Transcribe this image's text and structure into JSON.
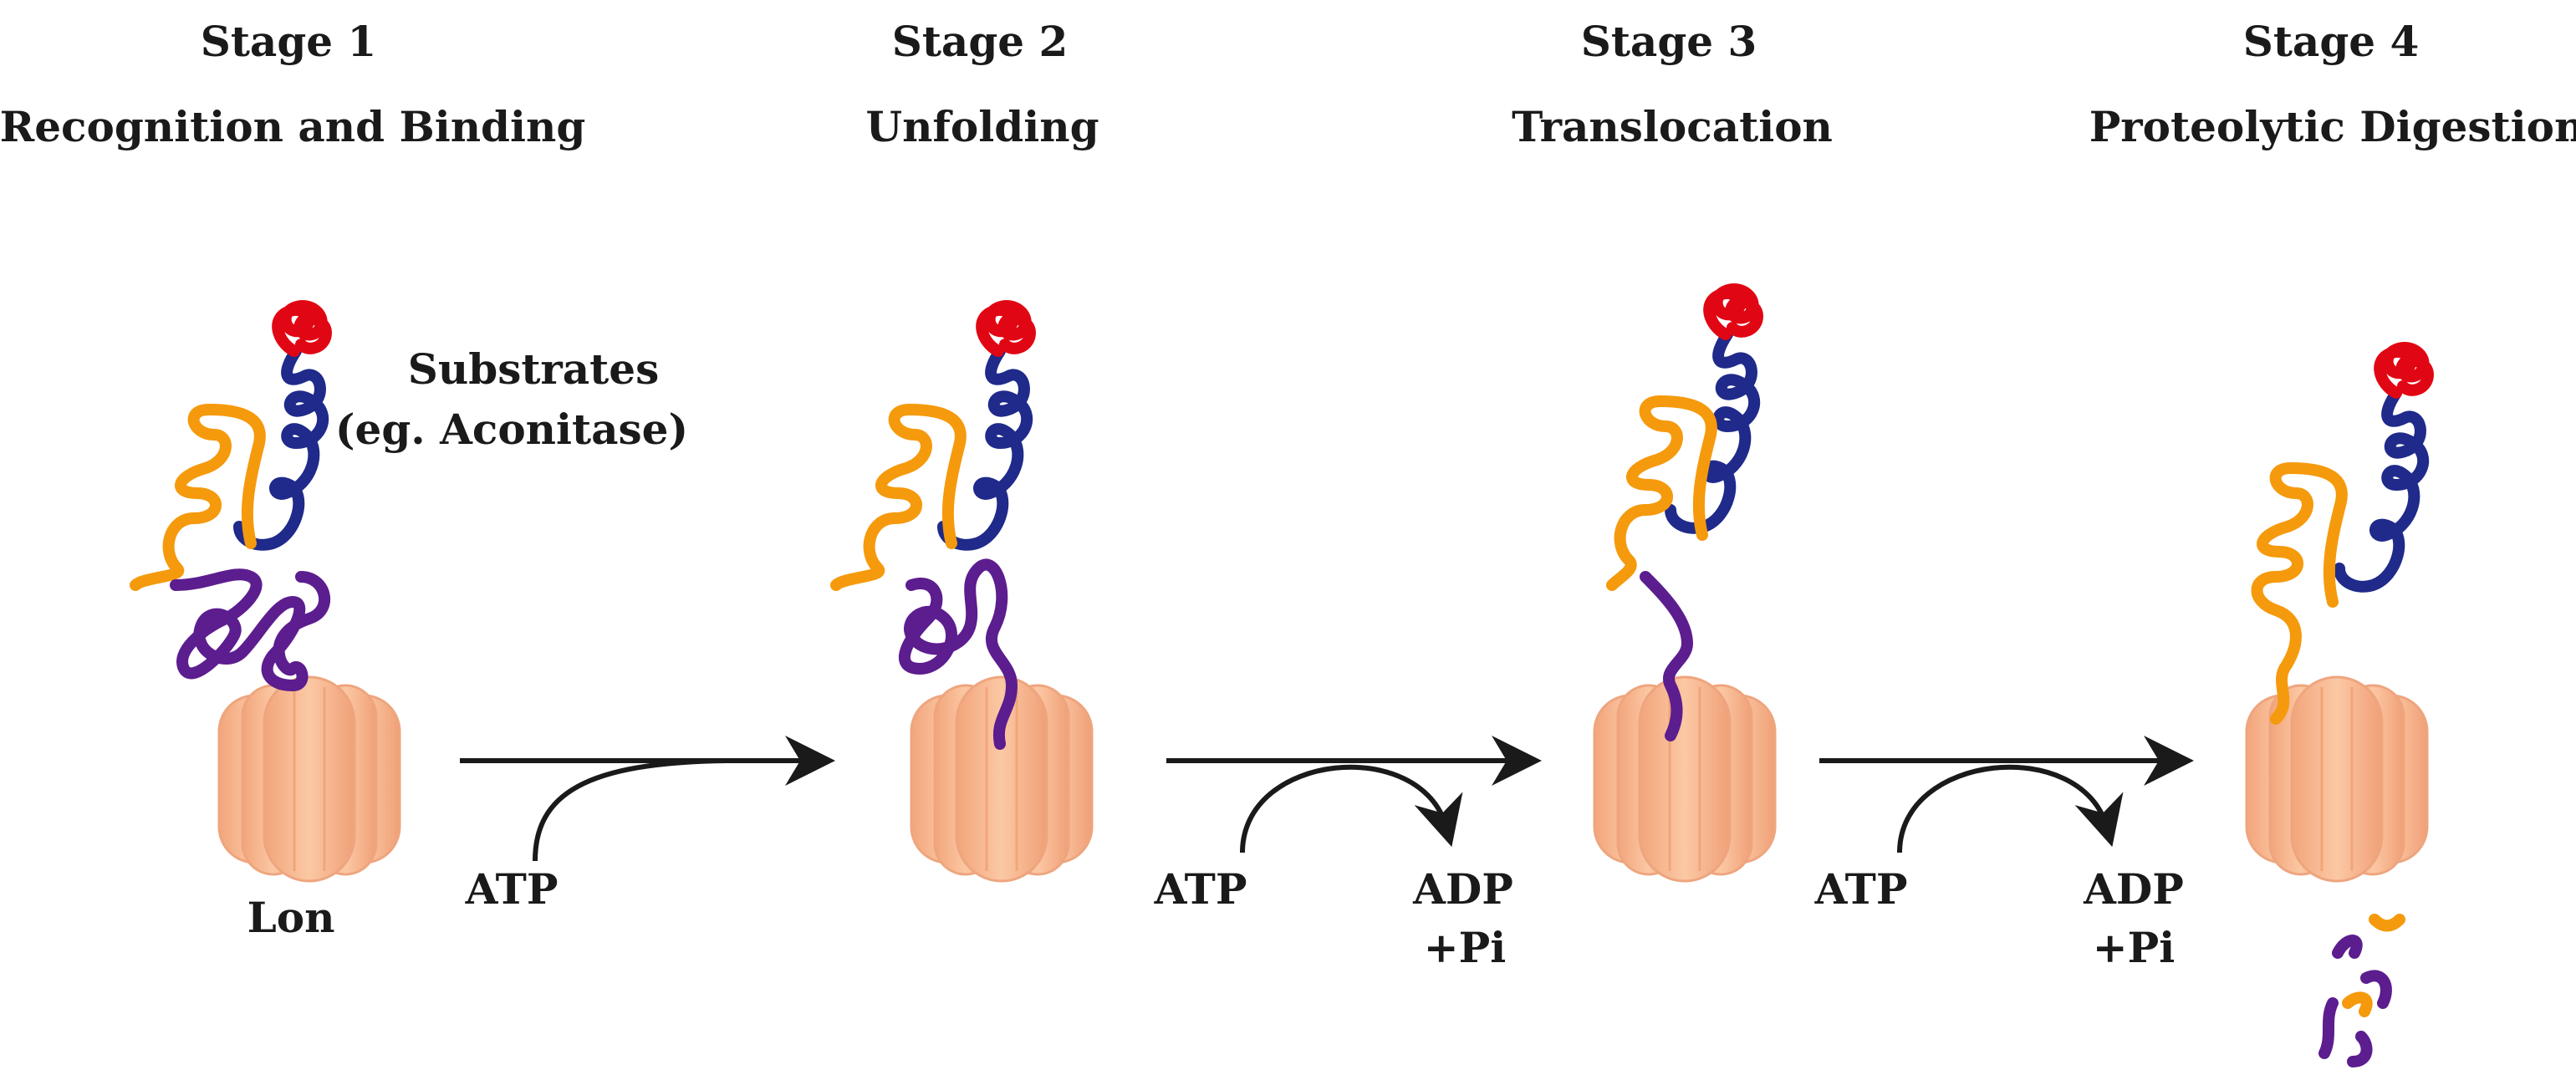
{
  "stages": [
    {
      "number": "Stage 1",
      "name": "Recognition and Binding"
    },
    {
      "number": "Stage 2",
      "name": "Unfolding"
    },
    {
      "number": "Stage 3",
      "name": "Translocation"
    },
    {
      "number": "Stage 4",
      "name": "Proteolytic Digestion"
    }
  ],
  "labels": {
    "substrates_line1": "Substrates",
    "substrates_line2": "(eg. Aconitase)",
    "lon": "Lon"
  },
  "arrows": [
    {
      "input": "ATP",
      "output_line1": "",
      "output_line2": ""
    },
    {
      "input": "ATP",
      "output_line1": "ADP",
      "output_line2": "+Pi"
    },
    {
      "input": "ATP",
      "output_line1": "ADP",
      "output_line2": "+Pi"
    }
  ],
  "colors": {
    "protease": "#f6b48a",
    "protease_dark": "#e9936a",
    "domain_red": "#e10613",
    "domain_blue": "#1f2a8a",
    "domain_orange": "#f59a0c",
    "domain_purple": "#5c1d8f",
    "arrow": "#1a1a1a"
  }
}
